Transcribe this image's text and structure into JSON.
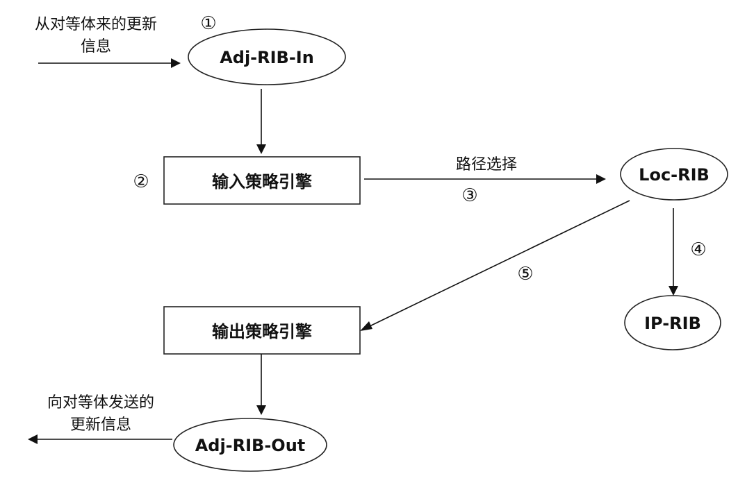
{
  "nodes": {
    "adj_rib_in": "Adj-RIB-In",
    "input_policy": "输入策略引擎",
    "loc_rib": "Loc-RIB",
    "ip_rib": "IP-RIB",
    "output_policy": "输出策略引擎",
    "adj_rib_out": "Adj-RIB-Out"
  },
  "labels": {
    "incoming_line1": "从对等体来的更新",
    "incoming_line2": "信息",
    "route_selection": "路径选择",
    "outgoing_line1": "向对等体发送的",
    "outgoing_line2": "更新信息"
  },
  "steps": {
    "s1": "①",
    "s2": "②",
    "s3": "③",
    "s4": "④",
    "s5": "⑤"
  }
}
